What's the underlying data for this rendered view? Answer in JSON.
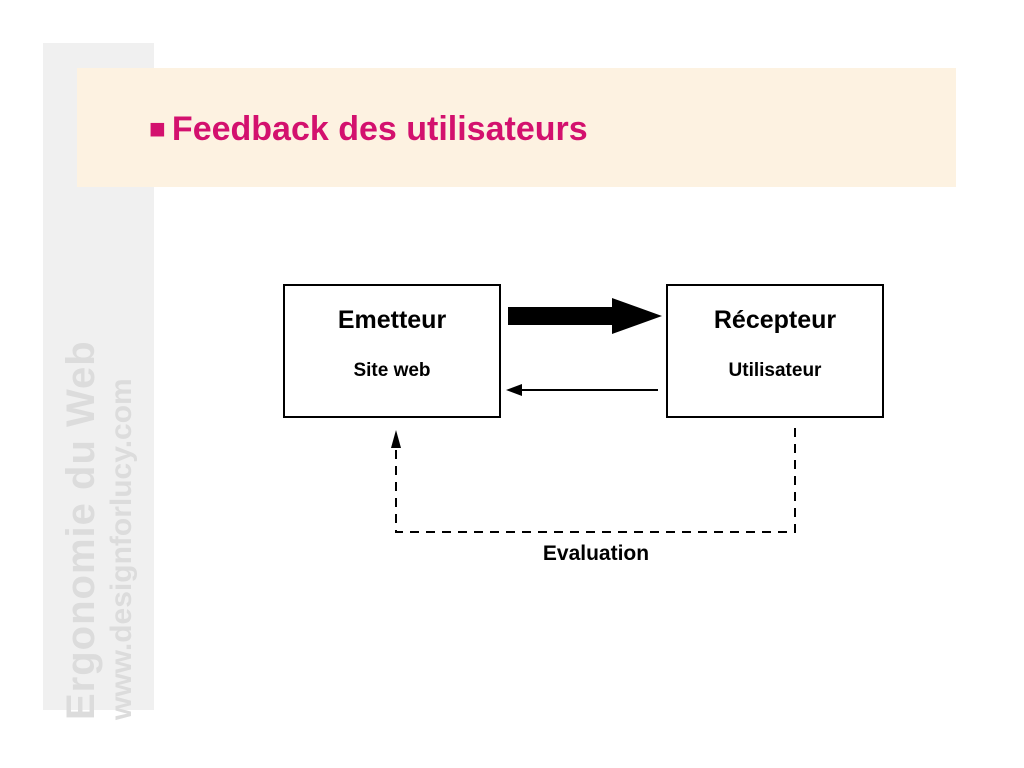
{
  "slide": {
    "title": "Feedback des utilisateurs",
    "bullet": "■",
    "sidebar_line1": "Ergonomie du Web",
    "sidebar_line2": "www.designforlucy.com"
  },
  "diagram": {
    "sender": {
      "title": "Emetteur",
      "subtitle": "Site web"
    },
    "receiver": {
      "title": "Récepteur",
      "subtitle": "Utilisateur"
    },
    "loop_label": "Evaluation"
  },
  "colors": {
    "title": "#d3116e",
    "title_band": "#fdf2e1",
    "side_strip": "#f0f0f0",
    "side_text": "#dcdcdc"
  }
}
